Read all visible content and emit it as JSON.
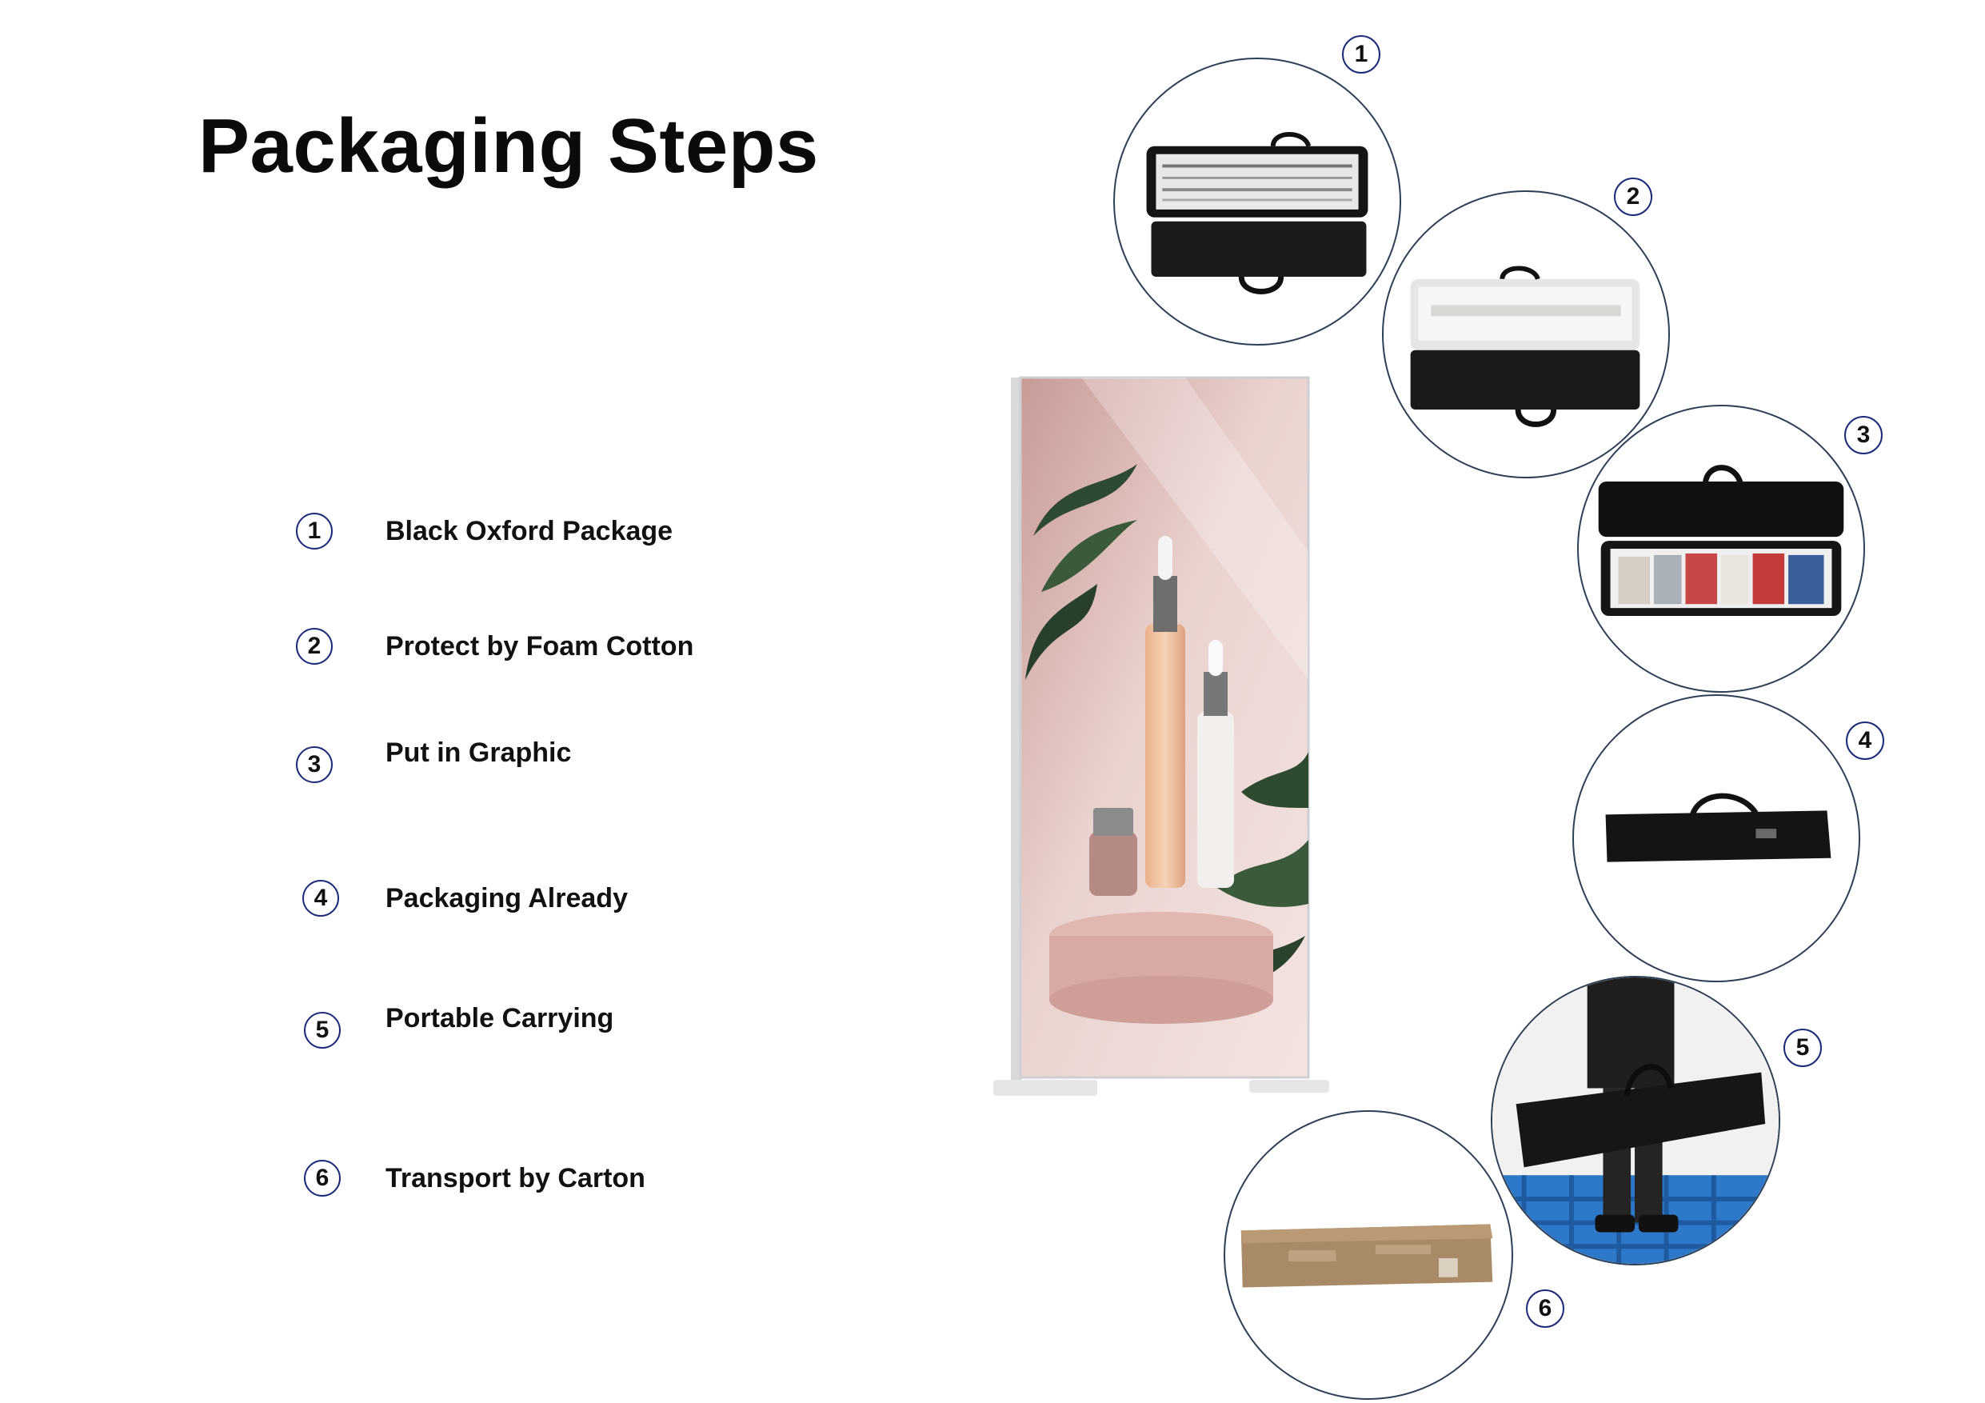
{
  "title": "Packaging Steps",
  "steps": [
    {
      "num": "1",
      "label": "Black Oxford Package"
    },
    {
      "num": "2",
      "label": "Protect by Foam Cotton"
    },
    {
      "num": "3",
      "label": "Put in Graphic"
    },
    {
      "num": "4",
      "label": "Packaging Already"
    },
    {
      "num": "5",
      "label": "Portable Carrying"
    },
    {
      "num": "6",
      "label": "Transport by Carton"
    }
  ],
  "photos": [
    {
      "num": "1",
      "icon": "open-bag-with-frame-photo"
    },
    {
      "num": "2",
      "icon": "bag-with-foam-photo"
    },
    {
      "num": "3",
      "icon": "bag-with-graphic-photo"
    },
    {
      "num": "4",
      "icon": "closed-bag-photo"
    },
    {
      "num": "5",
      "icon": "person-carrying-bag-photo"
    },
    {
      "num": "6",
      "icon": "carton-box-photo"
    }
  ],
  "display_image": {
    "icon": "lightbox-display-cosmetics-image"
  },
  "colors": {
    "accent": "#1c2a7a",
    "circle_border": "#2d3f55",
    "bag": "#141414",
    "carton": "#a98a66"
  }
}
